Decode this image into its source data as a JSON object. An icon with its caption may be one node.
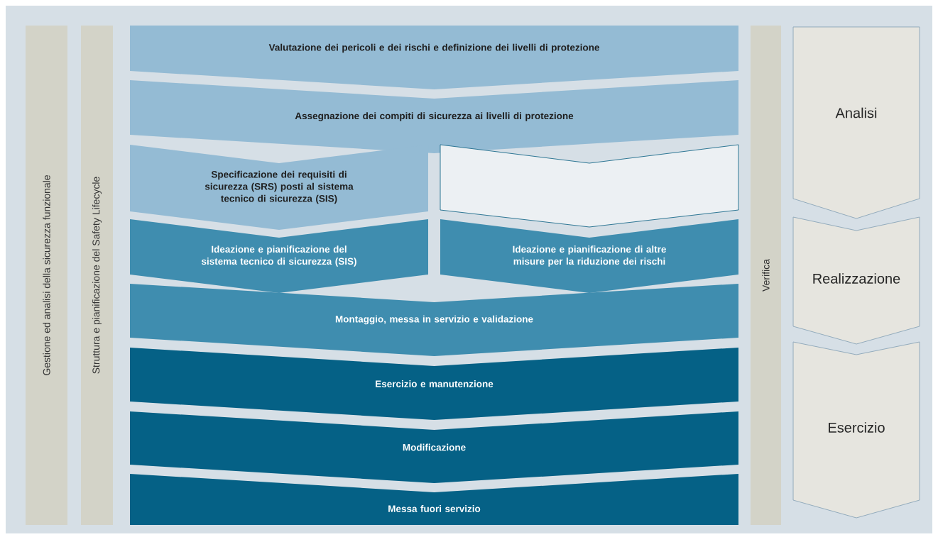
{
  "diagram": {
    "nodes": [
      {
        "text": [
          "Gestione ed analisi della sicurezza funzionale"
        ]
      },
      {
        "text": [
          "Struttura e pianificazione del Safety Lifecycle"
        ]
      },
      {
        "text": [
          "Valutazione dei pericoli e dei rischi e definizione dei livelli di protezione"
        ]
      },
      {
        "text": [
          "Assegnazione dei compiti di sicurezza ai livelli di protezione"
        ]
      },
      {
        "text": [
          "Specificazione dei requisiti di sicurezza (SRS) posti al sistema tecnico di sicurezza (SIS)"
        ]
      },
      {
        "text": [],
        "shape": "chevron"
      },
      {
        "text": [
          "Ideazione e pianificazione del sistema tecnico di sicurezza (SIS)"
        ]
      },
      {
        "text": [
          "Ideazione e pianificazione di altre misure per la riduzione dei rischi"
        ]
      },
      {
        "text": [
          "Montaggio, messa in servizio e validazione"
        ]
      },
      {
        "text": [
          "Esercizio e manutenzione"
        ]
      },
      {
        "text": [
          "Modificazione"
        ]
      },
      {
        "text": [
          "Messa fuori servizio"
        ]
      },
      {
        "text": [
          "Verifica"
        ]
      },
      {
        "text": [
          "Analisi"
        ]
      },
      {
        "text": [
          "Realizzazione"
        ]
      },
      {
        "text": [
          "Esercizio"
        ]
      }
    ]
  }
}
